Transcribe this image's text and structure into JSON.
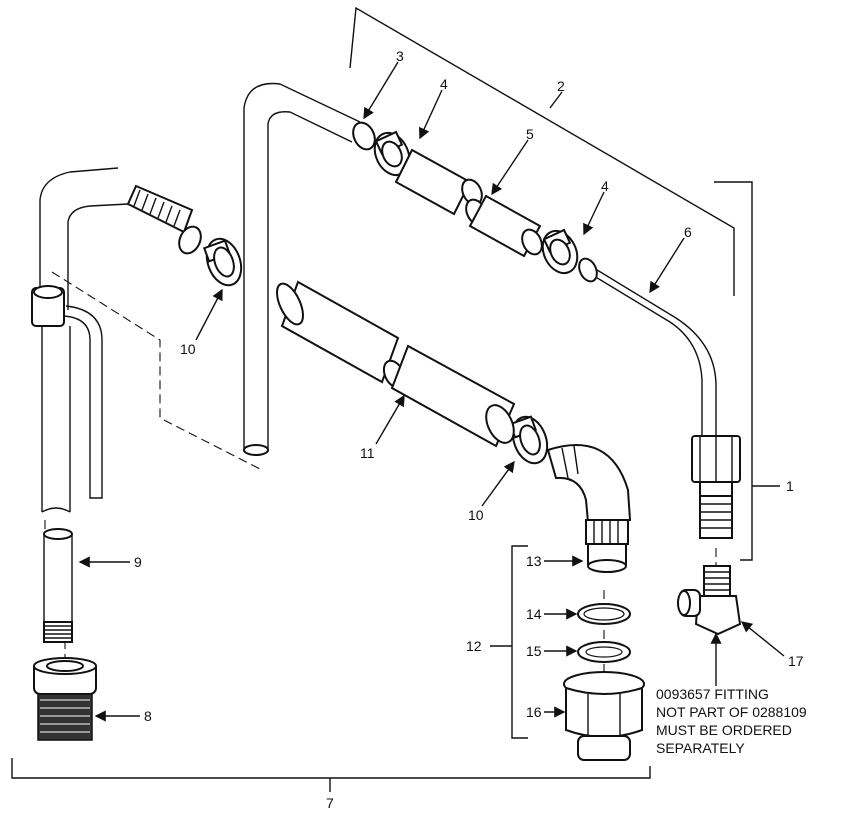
{
  "callouts": {
    "c1": "1",
    "c2": "2",
    "c3": "3",
    "c4a": "4",
    "c4b": "4",
    "c5": "5",
    "c6": "6",
    "c7": "7",
    "c8": "8",
    "c9": "9",
    "c10a": "10",
    "c10b": "10",
    "c11": "11",
    "c12": "12",
    "c13": "13",
    "c14": "14",
    "c15": "15",
    "c16": "16",
    "c17": "17"
  },
  "note": {
    "line1": "0093657 FITTING",
    "line2": "NOT PART OF 0288109",
    "line3": "MUST BE ORDERED",
    "line4": "SEPARATELY"
  }
}
